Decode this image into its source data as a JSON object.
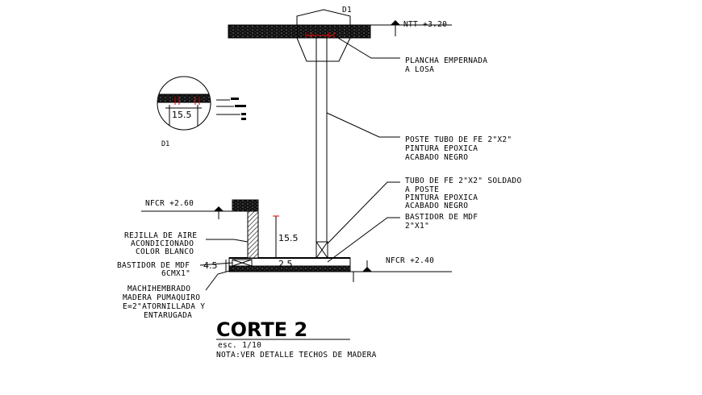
{
  "labels": {
    "d1": "D1",
    "ntt": "NTT +3.20",
    "plancha_1": "PLANCHA EMPERNADA",
    "plancha_2": "A LOSA",
    "poste_1": "POSTE TUBO DE FE 2\"X2\"",
    "poste_2": "PINTURA EPOXICA",
    "poste_3": "ACABADO NEGRO",
    "tubo_1": "TUBO DE FE 2\"X2\" SOLDADO",
    "tubo_2": "A POSTE",
    "tubo_3": "PINTURA EPOXICA",
    "tubo_4": "ACABADO NEGRO",
    "bast_r_1": "BASTIDOR DE MDF",
    "bast_r_2": "2\"X1\"",
    "nfcr_top": "NFCR +2.60",
    "nfcr_bottom": "NFCR +2.40",
    "rejilla_1": "REJILLA DE AIRE",
    "rejilla_2": "ACONDICIONADO",
    "rejilla_3": "COLOR BLANCO",
    "bast_l_1": "BASTIDOR DE MDF",
    "bast_l_2": "6CMX1\"",
    "mach_1": "MACHIHEMBRADO",
    "mach_2": "MADERA PUMAQUIRO",
    "mach_3": "E=2\"ATORNILLADA Y",
    "mach_4": "ENTARUGADA",
    "dim_155": "15.5",
    "dim_25": "2.5",
    "dim_45": "4.5",
    "detail_dim": "15.5",
    "detail_tag": "D1",
    "title": "CORTE 2",
    "scale": "esc. 1/10",
    "note": "NOTA:VER DETALLE TECHOS DE MADERA"
  }
}
